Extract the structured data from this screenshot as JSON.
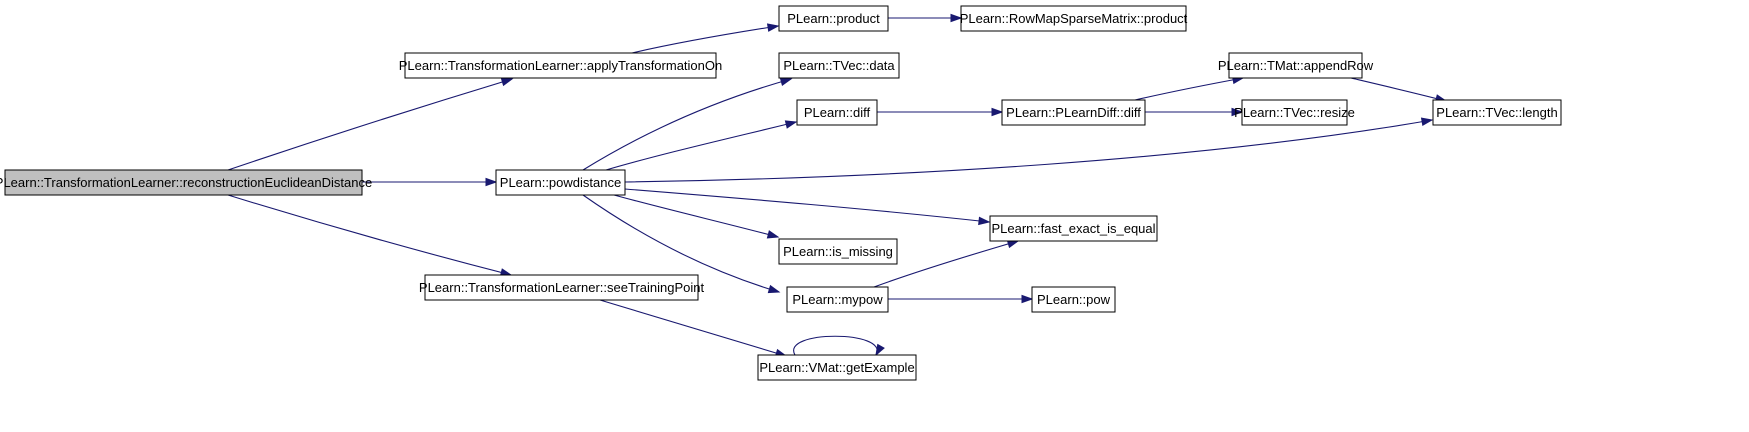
{
  "colors": {
    "edge": "#191970",
    "root_fill": "#bfbfbf",
    "node_fill": "#ffffff",
    "node_border": "#000000"
  },
  "nodes": [
    {
      "id": "root",
      "label": "PLearn::TransformationLearner::reconstructionEuclideanDistance",
      "root": true
    },
    {
      "id": "apply",
      "label": "PLearn::TransformationLearner::applyTransformationOn"
    },
    {
      "id": "powdist",
      "label": "PLearn::powdistance"
    },
    {
      "id": "seetp",
      "label": "PLearn::TransformationLearner::seeTrainingPoint"
    },
    {
      "id": "product",
      "label": "PLearn::product"
    },
    {
      "id": "rowmap",
      "label": "PLearn::RowMapSparseMatrix::product"
    },
    {
      "id": "tvecdata",
      "label": "PLearn::TVec::data"
    },
    {
      "id": "diff",
      "label": "PLearn::diff"
    },
    {
      "id": "pldiff",
      "label": "PLearn::PLearnDiff::diff"
    },
    {
      "id": "append",
      "label": "PLearn::TMat::appendRow"
    },
    {
      "id": "resize",
      "label": "PLearn::TVec::resize"
    },
    {
      "id": "length",
      "label": "PLearn::TVec::length"
    },
    {
      "id": "fastexact",
      "label": "PLearn::fast_exact_is_equal"
    },
    {
      "id": "ismissing",
      "label": "PLearn::is_missing"
    },
    {
      "id": "mypow",
      "label": "PLearn::mypow"
    },
    {
      "id": "pow",
      "label": "PLearn::pow"
    },
    {
      "id": "getex",
      "label": "PLearn::VMat::getExample"
    }
  ],
  "edges": [
    {
      "from": "root",
      "to": "apply"
    },
    {
      "from": "root",
      "to": "powdist"
    },
    {
      "from": "root",
      "to": "seetp"
    },
    {
      "from": "apply",
      "to": "product"
    },
    {
      "from": "product",
      "to": "rowmap"
    },
    {
      "from": "powdist",
      "to": "tvecdata"
    },
    {
      "from": "powdist",
      "to": "diff"
    },
    {
      "from": "powdist",
      "to": "length"
    },
    {
      "from": "powdist",
      "to": "fastexact"
    },
    {
      "from": "powdist",
      "to": "ismissing"
    },
    {
      "from": "powdist",
      "to": "mypow"
    },
    {
      "from": "diff",
      "to": "pldiff"
    },
    {
      "from": "pldiff",
      "to": "append"
    },
    {
      "from": "pldiff",
      "to": "resize"
    },
    {
      "from": "append",
      "to": "length"
    },
    {
      "from": "mypow",
      "to": "fastexact"
    },
    {
      "from": "mypow",
      "to": "pow"
    },
    {
      "from": "seetp",
      "to": "getex"
    },
    {
      "from": "getex",
      "to": "getex"
    }
  ]
}
